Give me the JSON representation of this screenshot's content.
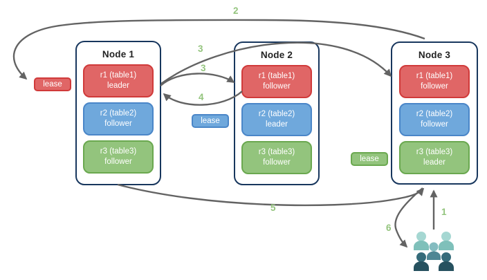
{
  "diagram": {
    "nodes": [
      {
        "title": "Node 1",
        "replicas": [
          {
            "name": "r1 (table1)",
            "role": "leader",
            "color": "red"
          },
          {
            "name": "r2 (table2)",
            "role": "follower",
            "color": "blue"
          },
          {
            "name": "r3 (table3)",
            "role": "follower",
            "color": "green"
          }
        ]
      },
      {
        "title": "Node 2",
        "replicas": [
          {
            "name": "r1 (table1)",
            "role": "follower",
            "color": "red"
          },
          {
            "name": "r2 (table2)",
            "role": "leader",
            "color": "blue"
          },
          {
            "name": "r3 (table3)",
            "role": "follower",
            "color": "green"
          }
        ]
      },
      {
        "title": "Node 3",
        "replicas": [
          {
            "name": "r1 (table1)",
            "role": "follower",
            "color": "red"
          },
          {
            "name": "r2 (table2)",
            "role": "follower",
            "color": "blue"
          },
          {
            "name": "r3 (table3)",
            "role": "leader",
            "color": "green"
          }
        ]
      }
    ],
    "leases": [
      {
        "label": "lease",
        "color": "red"
      },
      {
        "label": "lease",
        "color": "blue"
      },
      {
        "label": "lease",
        "color": "green"
      }
    ],
    "steps": {
      "s1": "1",
      "s2": "2",
      "s3a": "3",
      "s3b": "3",
      "s4": "4",
      "s5": "5",
      "s6": "6"
    },
    "colors": {
      "red_fill": "#e06666",
      "red_border": "#d03a3a",
      "blue_fill": "#6fa8dc",
      "blue_border": "#4a86c8",
      "green_fill": "#93c47d",
      "green_border": "#6aa84f",
      "node_border": "#17365d",
      "arrow": "#636363",
      "step_label": "#93c47d",
      "canvas_bg": "#ffffff",
      "title_text": "#222222"
    },
    "people_icon": {
      "name": "users-group-icon",
      "back_head": "#a5d7d2",
      "back_body": "#7fc0ba",
      "mid_head": "#84bcc0",
      "mid_body": "#4e8694",
      "front_head": "#356b7a",
      "front_body": "#26515f"
    }
  }
}
